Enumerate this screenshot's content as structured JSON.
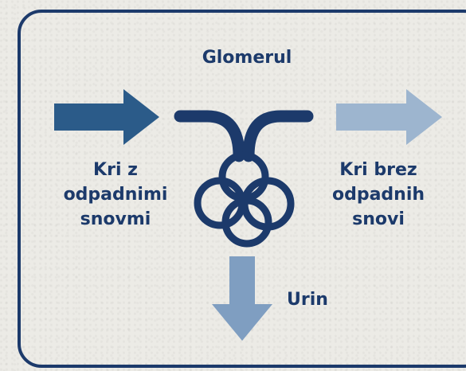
{
  "colors": {
    "dark_blue": "#1c3a6b",
    "inflow_arrow": "#2b5b89",
    "outflow_arrow": "#9db5cf",
    "urine_arrow": "#7f9ec1",
    "background": "#ecebe6"
  },
  "labels": {
    "glomerulus": "Glomerul",
    "inflow": [
      "Kri z",
      "odpadnimi",
      "snovmi"
    ],
    "outflow": [
      "Kri brez",
      "odpadnih",
      "snovi"
    ],
    "urine": "Urin"
  },
  "icons": {
    "inflow": "arrow-right-icon",
    "outflow": "arrow-right-icon",
    "urine": "arrow-down-icon",
    "glomerulus": "glomerulus-capillary-icon"
  }
}
